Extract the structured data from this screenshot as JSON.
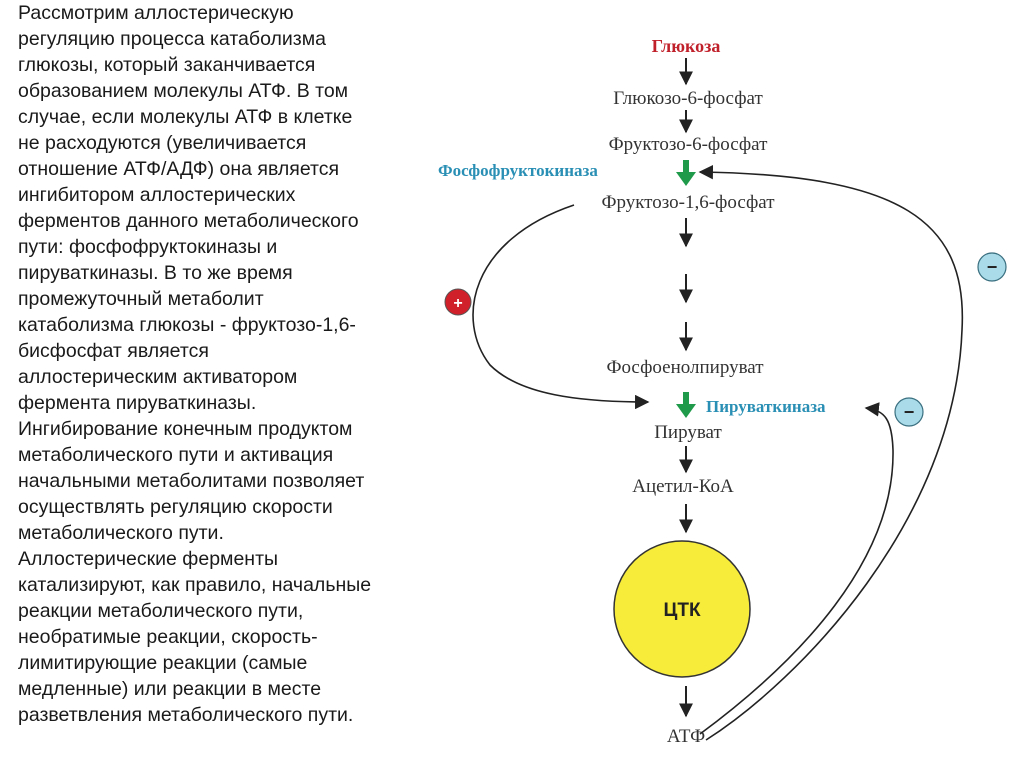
{
  "text_lines": [
    "Рассмотрим аллостерическую",
    "регуляцию процесса катаболизма",
    "глюкозы, который заканчивается",
    "образованием молекулы АТФ. В том",
    "случае, если молекулы АТФ в клетке",
    "не расходуются (увеличивается",
    "отношение АТФ/АДФ) она является",
    "ингибитором аллостерических",
    "ферментов данного метаболического",
    "пути: фосфофруктокиназы и",
    "пируваткиназы. В то же время",
    "промежуточный метаболит",
    "катаболизма глюкозы - фруктозо-1,6-",
    "бисфосфат является",
    "аллостерическим активатором",
    "фермента пируваткиназы.",
    "Ингибирование конечным продуктом",
    "метаболического пути и активация",
    "начальными метаболитами позволяет",
    "осуществлять регуляцию скорости",
    "метаболического пути.",
    "Аллостерические ферменты",
    "катализируют, как правило, начальные",
    "реакции метаболического пути,",
    "необратимые реакции, скорость-",
    "лимитирующие реакции (самые",
    "медленные) или реакции в месте",
    "разветвления метаболического пути."
  ],
  "pathway": {
    "glucose": "Глюкоза",
    "g6p": "Глюкозо-6-фосфат",
    "f6p": "Фруктозо-6-фосфат",
    "f16bp": "Фруктозо-1,6-фосфат",
    "pep": "Фосфоенолпируват",
    "pyruvate": "Пируват",
    "acetyl_coa": "Ацетил-КоА",
    "tca": "ЦТК",
    "atp": "АТФ"
  },
  "enzymes": {
    "pfk": "Фосфофруктокиназа",
    "pk": "Пируваткиназа"
  },
  "signs": {
    "activator": "+",
    "inhibitor_pfk": "−",
    "inhibitor_pk": "−"
  },
  "colors": {
    "start_metabolite": "#c0202a",
    "enzyme_text": "#2a8fb4",
    "enzyme_arrow": "#1f9a4a",
    "tca_circle": "#f7ec3a",
    "activator_sign": "#d0202a",
    "inhibitor_sign": "#a9dce8"
  }
}
